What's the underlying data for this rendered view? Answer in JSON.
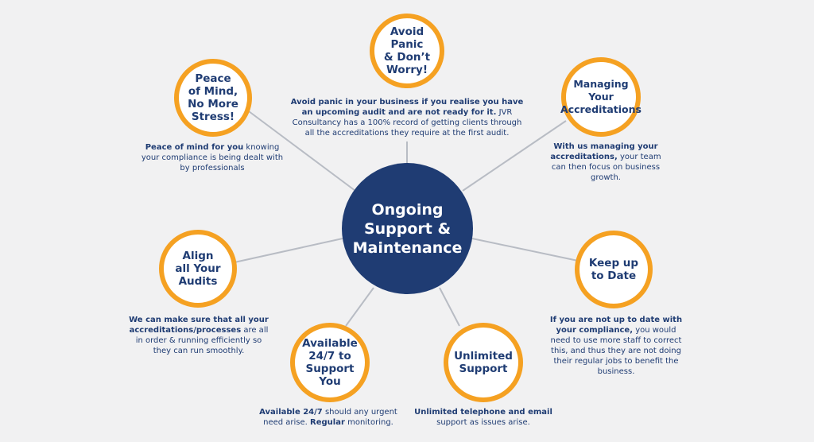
{
  "colors": {
    "navy": "#1f3c73",
    "orange": "#f5a122",
    "line": "#b8bcc4",
    "background": "#f1f1f2"
  },
  "center": {
    "label": "Ongoing\nSupport &\nMaintenance"
  },
  "nodes": [
    {
      "id": "avoid-panic",
      "label": "Avoid\nPanic\n& Don’t\nWorry!",
      "desc_bold": "Avoid panic in your business if you realise you have an upcoming audit and are not ready for it.",
      "desc_rest": " JVR Consultancy has a 100% record of getting clients through all the accreditations they require at the first audit."
    },
    {
      "id": "peace-of-mind",
      "label": "Peace\nof Mind,\nNo More\nStress!",
      "desc_bold": "Peace of mind for you",
      "desc_rest": " knowing your compliance is being dealt with by professionals"
    },
    {
      "id": "managing-accreditations",
      "label": "Managing\nYour\nAccreditations",
      "desc_bold": "With us managing your accreditations,",
      "desc_rest": " your team can then focus on business growth."
    },
    {
      "id": "align-audits",
      "label": "Align\nall Your\nAudits",
      "desc_bold": "We can make sure that all your accreditations/processes",
      "desc_rest": " are all in order & running efficiently so they can run smoothly."
    },
    {
      "id": "keep-up-to-date",
      "label": "Keep up\nto Date",
      "desc_bold": "If you are not up to date with your compliance,",
      "desc_rest": " you would need to use more staff to correct this, and thus they are not doing their regular jobs to benefit the business."
    },
    {
      "id": "available-24-7",
      "label": "Available\n24/7 to\nSupport\nYou",
      "desc_bold": "Available 24/7",
      "desc_rest": " should any urgent need arise. ",
      "desc_bold2": "Regular",
      "desc_rest2": " monitoring."
    },
    {
      "id": "unlimited-support",
      "label": "Unlimited\nSupport",
      "desc_bold": "Unlimited telephone and email",
      "desc_rest": " support as issues arise."
    }
  ]
}
